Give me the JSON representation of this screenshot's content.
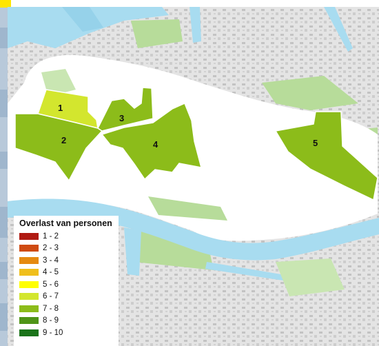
{
  "map": {
    "area_labels": [
      {
        "id": "1",
        "class": "6 - 7"
      },
      {
        "id": "2",
        "class": "7 - 8"
      },
      {
        "id": "3",
        "class": "7 - 8"
      },
      {
        "id": "4",
        "class": "7 - 8"
      },
      {
        "id": "5",
        "class": "7 - 8"
      }
    ],
    "colors": {
      "river": "#a8dcf0",
      "greenery": "#b7dc9a",
      "urban": "#dcdcdc",
      "study_area": "#ffffff",
      "area_border": "#ffffff"
    }
  },
  "legend": {
    "title": "Overlast van personen",
    "items": [
      {
        "label": "1 - 2",
        "color": "#b01a12"
      },
      {
        "label": "2 - 3",
        "color": "#cf4b12"
      },
      {
        "label": "3 - 4",
        "color": "#e58a10"
      },
      {
        "label": "4 - 5",
        "color": "#f0bf1c"
      },
      {
        "label": "5 - 6",
        "color": "#ffff00"
      },
      {
        "label": "6 - 7",
        "color": "#d3e62e"
      },
      {
        "label": "7 - 8",
        "color": "#8cbc1a"
      },
      {
        "label": "8 - 9",
        "color": "#4f9417"
      },
      {
        "label": "9 - 10",
        "color": "#1a7319"
      }
    ]
  }
}
